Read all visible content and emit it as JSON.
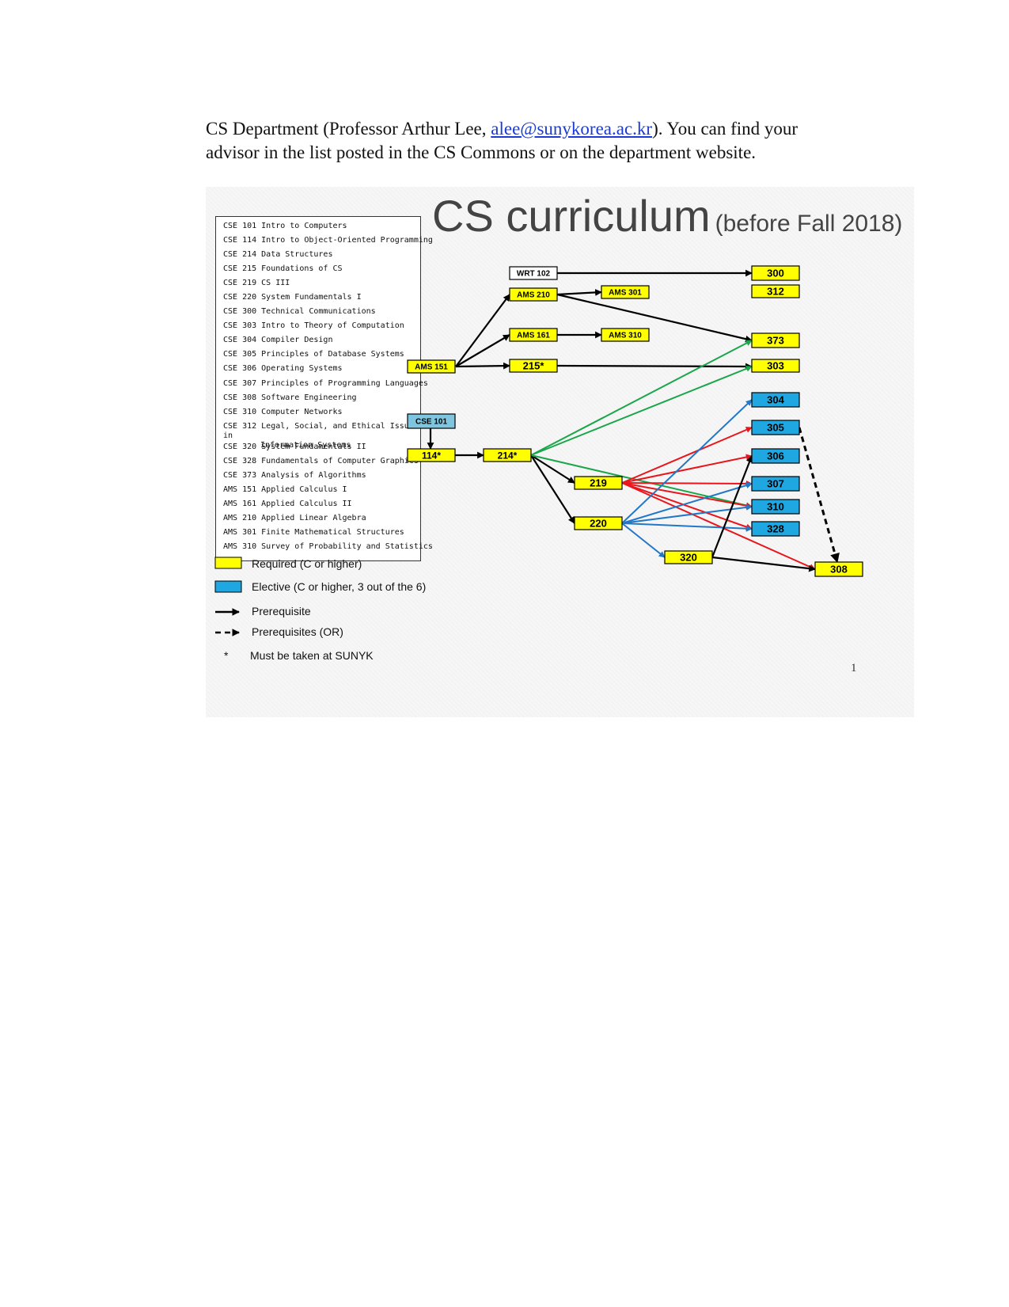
{
  "intro": {
    "prefix": "CS Department (Professor Arthur Lee, ",
    "email": "alee@sunykorea.ac.kr",
    "suffix": "). You can find your advisor in the list posted in the CS Commons or on the department website."
  },
  "slide": {
    "title_main": "CS curriculum",
    "title_sub": "(before Fall 2018)",
    "page_number": "1"
  },
  "course_list": [
    "CSE 101 Intro to Computers",
    "CSE 114 Intro to Object-Oriented Programming",
    "CSE 214 Data Structures",
    "CSE 215 Foundations of CS",
    "CSE 219 CS III",
    "CSE 220 System Fundamentals I",
    "CSE 300 Technical Communications",
    "CSE 303 Intro to Theory of Computation",
    "CSE 304 Compiler Design",
    "CSE 305 Principles of Database Systems",
    "CSE 306 Operating Systems",
    "CSE 307 Principles of Programming Languages",
    "CSE 308 Software Engineering",
    "CSE 310 Computer Networks",
    "CSE 312 Legal, Social, and Ethical Issues in",
    "CSE 320 System Fundamentals II",
    "CSE 328 Fundamentals of Computer Graphics",
    "CSE 373 Analysis of Algorithms",
    "AMS 151 Applied Calculus I",
    "AMS 161 Applied Calculus II",
    "AMS 210 Applied Linear Algebra",
    "AMS 301 Finite Mathematical Structures",
    "AMS 310 Survey of Probability and Statistics"
  ],
  "course_list_continuation": "Information Systems",
  "colors": {
    "required": "#ffff00",
    "elective": "#1fa7e2",
    "intro_course": "#7ec6e0",
    "none": "#ffffff",
    "black": "#000000",
    "green": "#1aa64b",
    "red": "#e8161c",
    "blue": "#2277c8"
  },
  "nodes": [
    {
      "id": "wrt102",
      "label": "WRT 102",
      "kind": "none"
    },
    {
      "id": "c300",
      "label": "300",
      "kind": "required"
    },
    {
      "id": "ams210",
      "label": "AMS 210",
      "kind": "required"
    },
    {
      "id": "ams301",
      "label": "AMS 301",
      "kind": "required"
    },
    {
      "id": "c312",
      "label": "312",
      "kind": "required"
    },
    {
      "id": "ams161",
      "label": "AMS 161",
      "kind": "required"
    },
    {
      "id": "ams310",
      "label": "AMS 310",
      "kind": "required"
    },
    {
      "id": "c373",
      "label": "373",
      "kind": "required"
    },
    {
      "id": "ams151",
      "label": "AMS 151",
      "kind": "required"
    },
    {
      "id": "c215",
      "label": "215*",
      "kind": "required"
    },
    {
      "id": "c303",
      "label": "303",
      "kind": "required"
    },
    {
      "id": "c304",
      "label": "304",
      "kind": "elective"
    },
    {
      "id": "cse101",
      "label": "CSE 101",
      "kind": "intro_course"
    },
    {
      "id": "c305",
      "label": "305",
      "kind": "elective"
    },
    {
      "id": "c114",
      "label": "114*",
      "kind": "required"
    },
    {
      "id": "c214",
      "label": "214*",
      "kind": "required"
    },
    {
      "id": "c306",
      "label": "306",
      "kind": "elective"
    },
    {
      "id": "c219",
      "label": "219",
      "kind": "required"
    },
    {
      "id": "c307",
      "label": "307",
      "kind": "elective"
    },
    {
      "id": "c310",
      "label": "310",
      "kind": "elective"
    },
    {
      "id": "c220",
      "label": "220",
      "kind": "required"
    },
    {
      "id": "c328",
      "label": "328",
      "kind": "elective"
    },
    {
      "id": "c320",
      "label": "320",
      "kind": "required"
    },
    {
      "id": "c308",
      "label": "308",
      "kind": "required"
    }
  ],
  "edges": [
    {
      "from": "wrt102",
      "to": "c300",
      "color": "black",
      "style": "solid"
    },
    {
      "from": "ams210",
      "to": "ams301",
      "color": "black",
      "style": "solid"
    },
    {
      "from": "ams210",
      "to": "c373",
      "color": "black",
      "style": "solid"
    },
    {
      "from": "ams161",
      "to": "ams310",
      "color": "black",
      "style": "solid"
    },
    {
      "from": "ams151",
      "to": "ams210",
      "color": "black",
      "style": "solid"
    },
    {
      "from": "ams151",
      "to": "ams161",
      "color": "black",
      "style": "solid"
    },
    {
      "from": "ams151",
      "to": "c215",
      "color": "black",
      "style": "solid"
    },
    {
      "from": "c215",
      "to": "c303",
      "color": "black",
      "style": "solid"
    },
    {
      "from": "cse101",
      "to": "c114",
      "color": "black",
      "style": "solid"
    },
    {
      "from": "c114",
      "to": "c214",
      "color": "black",
      "style": "solid"
    },
    {
      "from": "c214",
      "to": "c219",
      "color": "black",
      "style": "solid"
    },
    {
      "from": "c214",
      "to": "c220",
      "color": "black",
      "style": "solid"
    },
    {
      "from": "c214",
      "to": "c373",
      "color": "green",
      "style": "solid"
    },
    {
      "from": "c214",
      "to": "c303",
      "color": "green",
      "style": "solid"
    },
    {
      "from": "c214",
      "to": "c310",
      "color": "green",
      "style": "solid"
    },
    {
      "from": "c219",
      "to": "c305",
      "color": "red",
      "style": "solid"
    },
    {
      "from": "c219",
      "to": "c306",
      "color": "red",
      "style": "solid"
    },
    {
      "from": "c219",
      "to": "c307",
      "color": "red",
      "style": "solid"
    },
    {
      "from": "c219",
      "to": "c328",
      "color": "red",
      "style": "solid"
    },
    {
      "from": "c219",
      "to": "c308",
      "color": "red",
      "style": "solid"
    },
    {
      "from": "c219",
      "to": "c310",
      "color": "red",
      "style": "solid"
    },
    {
      "from": "c220",
      "to": "c304",
      "color": "blue",
      "style": "solid"
    },
    {
      "from": "c220",
      "to": "c307",
      "color": "blue",
      "style": "solid"
    },
    {
      "from": "c220",
      "to": "c310",
      "color": "blue",
      "style": "solid"
    },
    {
      "from": "c220",
      "to": "c328",
      "color": "blue",
      "style": "solid"
    },
    {
      "from": "c220",
      "to": "c320",
      "color": "blue",
      "style": "solid"
    },
    {
      "from": "c320",
      "to": "c306",
      "color": "black",
      "style": "solid"
    },
    {
      "from": "c320",
      "to": "c308",
      "color": "black",
      "style": "solid"
    },
    {
      "from": "c305",
      "to": "c308",
      "color": "black",
      "style": "dashed"
    }
  ],
  "legend": {
    "required": "Required (C or higher)",
    "elective": "Elective (C or higher, 3 out of the 6)",
    "prerequisite": "Prerequisite",
    "prerequisites_or": "Prerequisites (OR)",
    "star_symbol": "*",
    "star_note": "Must be taken at SUNYK"
  }
}
